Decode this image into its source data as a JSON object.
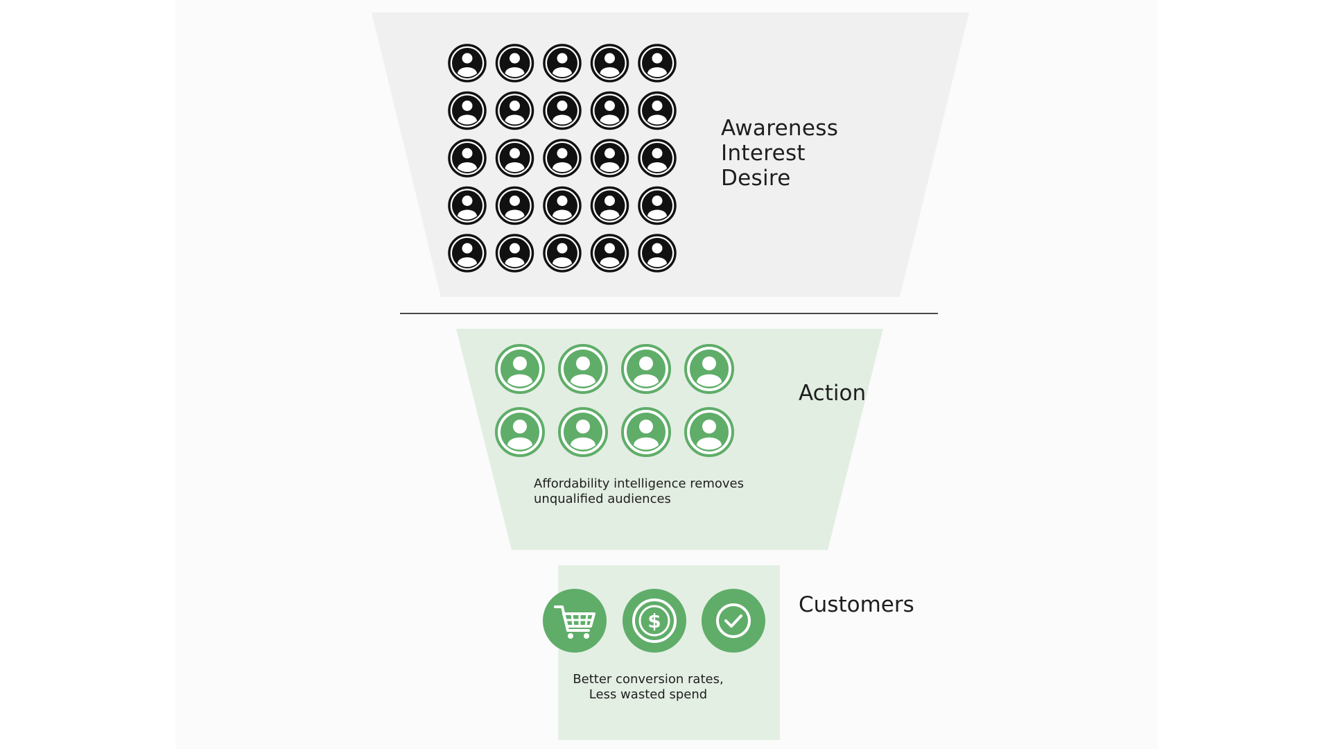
{
  "colors": {
    "top_funnel_fill": "#f0f0f0",
    "action_fill": "#e3eee3",
    "customers_fill": "#e4efe4",
    "divider": "#4a4a4a",
    "person_dark": "#111111",
    "person_green": "#5fad69",
    "customer_icon_green": "#5fad69"
  },
  "top_stage": {
    "labels": [
      "Awareness",
      "Interest",
      "Desire"
    ],
    "person_icon": "person-circle-icon",
    "icon_count": 25
  },
  "action_stage": {
    "label": "Action",
    "person_icon": "person-circle-icon",
    "icon_count": 8,
    "note": [
      "Affordability intelligence removes",
      "unqualified audiences"
    ]
  },
  "customers_stage": {
    "label": "Customers",
    "icons": [
      "shopping-cart-icon",
      "dollar-coin-icon",
      "checkmark-icon"
    ],
    "note": [
      "Better conversion rates,",
      "Less wasted spend"
    ]
  }
}
